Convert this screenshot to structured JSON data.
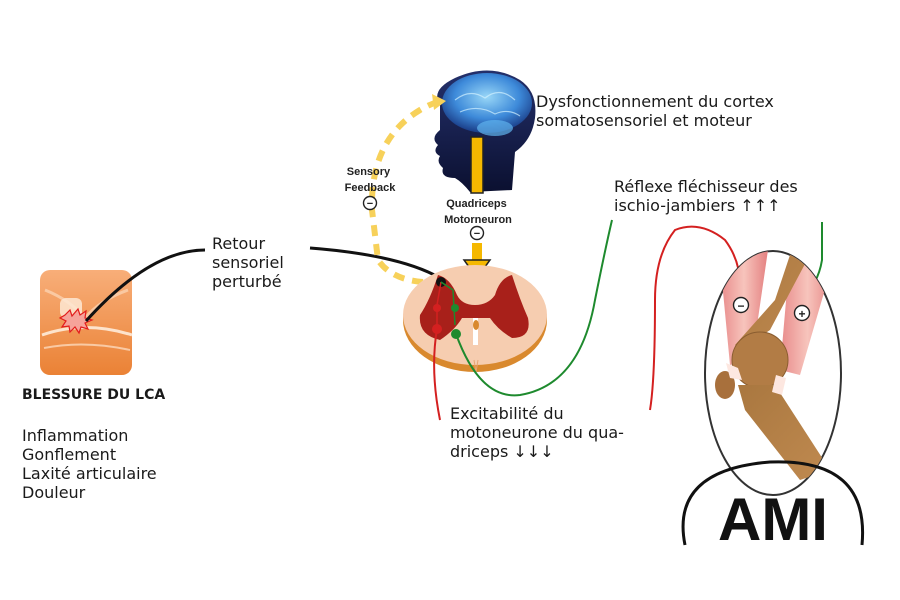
{
  "injury": {
    "title": "BLESSURE DU LCA",
    "symptoms": [
      "Inflammation",
      "Gonflement",
      "Laxité articulaire",
      "Douleur"
    ]
  },
  "sensory_return": {
    "lines": [
      "Retour",
      "sensoriel",
      "perturbé"
    ]
  },
  "cortex": {
    "lines": [
      "Dysfonctionnement du cortex",
      "somatosensoriel et moteur"
    ]
  },
  "sensory_feedback": {
    "lines": [
      "Sensory",
      "Feedback"
    ],
    "sign": "−"
  },
  "quadriceps_motorneuron": {
    "lines": [
      "Quadriceps",
      "Motorneuron"
    ],
    "sign": "−"
  },
  "hamstring_reflex": {
    "lines": [
      "Réflexe fléchisseur des",
      "ischio-jambiers ↑↑↑"
    ]
  },
  "excitability": {
    "lines": [
      "Excitabilité du",
      "motoneurone du qua-",
      "driceps ↓↓↓"
    ]
  },
  "knee_signs": {
    "quadriceps": "−",
    "hamstrings": "+"
  },
  "logo": {
    "text": "AMI"
  },
  "colors": {
    "inhibitory_path": "#d42020",
    "excitatory_path": "#1e8a2e",
    "feedback_dashed": "#f7d15a",
    "descending_arrow": "#f5b800",
    "spinal_grey_matter": "#a8201a",
    "spinal_white_matter": "#f6cdb0"
  }
}
